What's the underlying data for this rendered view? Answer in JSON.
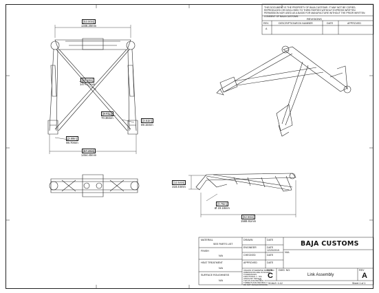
{
  "notice": "THIS DOCUMENT IS THE PROPERTY OF BAJA CUSTOMS. IT MAY NOT BE COPIED, REPRODUCED OR DISCLOSED TO THIRD PARTIES WITHOUT EXPRESS WRITTEN PERMISSION NOR USED AS A BASIS FOR MANUFACTURE WITHOUT THE PRIOR WRITTEN CONSENT OF BAJA CUSTOMS.",
  "revisions": {
    "title": "REVISIONS",
    "headers": [
      "REV.",
      "DESCRIPTION/ECN NUMBER",
      "DATE",
      "APPROVED"
    ],
    "rows": [
      [
        "A",
        "",
        "",
        ""
      ]
    ]
  },
  "dims": {
    "top_width": "[53.00in]",
    "top_width_mm": "1346.20mm",
    "diag": "[58.18in]",
    "diag_mm": "1477.77mm",
    "d277": "[2.77in]",
    "d277_mm": "70.36mm",
    "d351": "[3.51in]",
    "d351_mm": "89.15mm",
    "d389": "[3.89in]",
    "d389_mm": "98.70mm",
    "overall": "[57.26in]",
    "overall_mm": "1454.40mm",
    "h1254": "[12.54in]",
    "h1254_mm": "318.44mm",
    "dia": "[0.75in]",
    "dia_mm": "Ø 19.18mm",
    "len": "[62.56in]",
    "len_mm": "1588.91mm"
  },
  "titleblock": {
    "material_label": "MATERIAL",
    "material_value": "SEE PARTS LIST",
    "finish_label": "FINISH",
    "finish_value": "N/A",
    "heat_label": "HEAT TREATMENT",
    "heat_value": "N/A",
    "surface_label": "SURFACE ROUGHNESS",
    "surface_value": "N/A",
    "drawn_label": "DRAWN",
    "engineer_label": "ENGINEER",
    "checked_label": "CHECKED",
    "approved_label": "APPROVED",
    "date_label": "DATE",
    "engineer_date": "12/20/2019",
    "engineer_name": "NUL",
    "tolerance_note": "UNLESS OTHERWISE SPECIFIED:",
    "tol_1": "DIMENSIONS ARE IN INCHES",
    "tol_2": "TOLERANCES:",
    "tol_3": "FRACTIONAL ±",
    "tol_4": "ANGULAR: MACH ±",
    "tol_5": "TWO PLACE DECIMAL ±",
    "tol_6": "THREE PLACE DECIMAL ±",
    "tol_7": "N/A",
    "tol_8": "4°F",
    "no_scale": "DO NOT SCALE DRAWING",
    "company": "BAJA CUSTOMS",
    "size_label": "SIZE",
    "size": "C",
    "dwg_label": "DWG. NO.",
    "rev_label": "REV",
    "rev": "A",
    "title": "Link Assembly",
    "scale": "SCALE: 1:12",
    "sheet": "Sheet 1 of 1"
  }
}
